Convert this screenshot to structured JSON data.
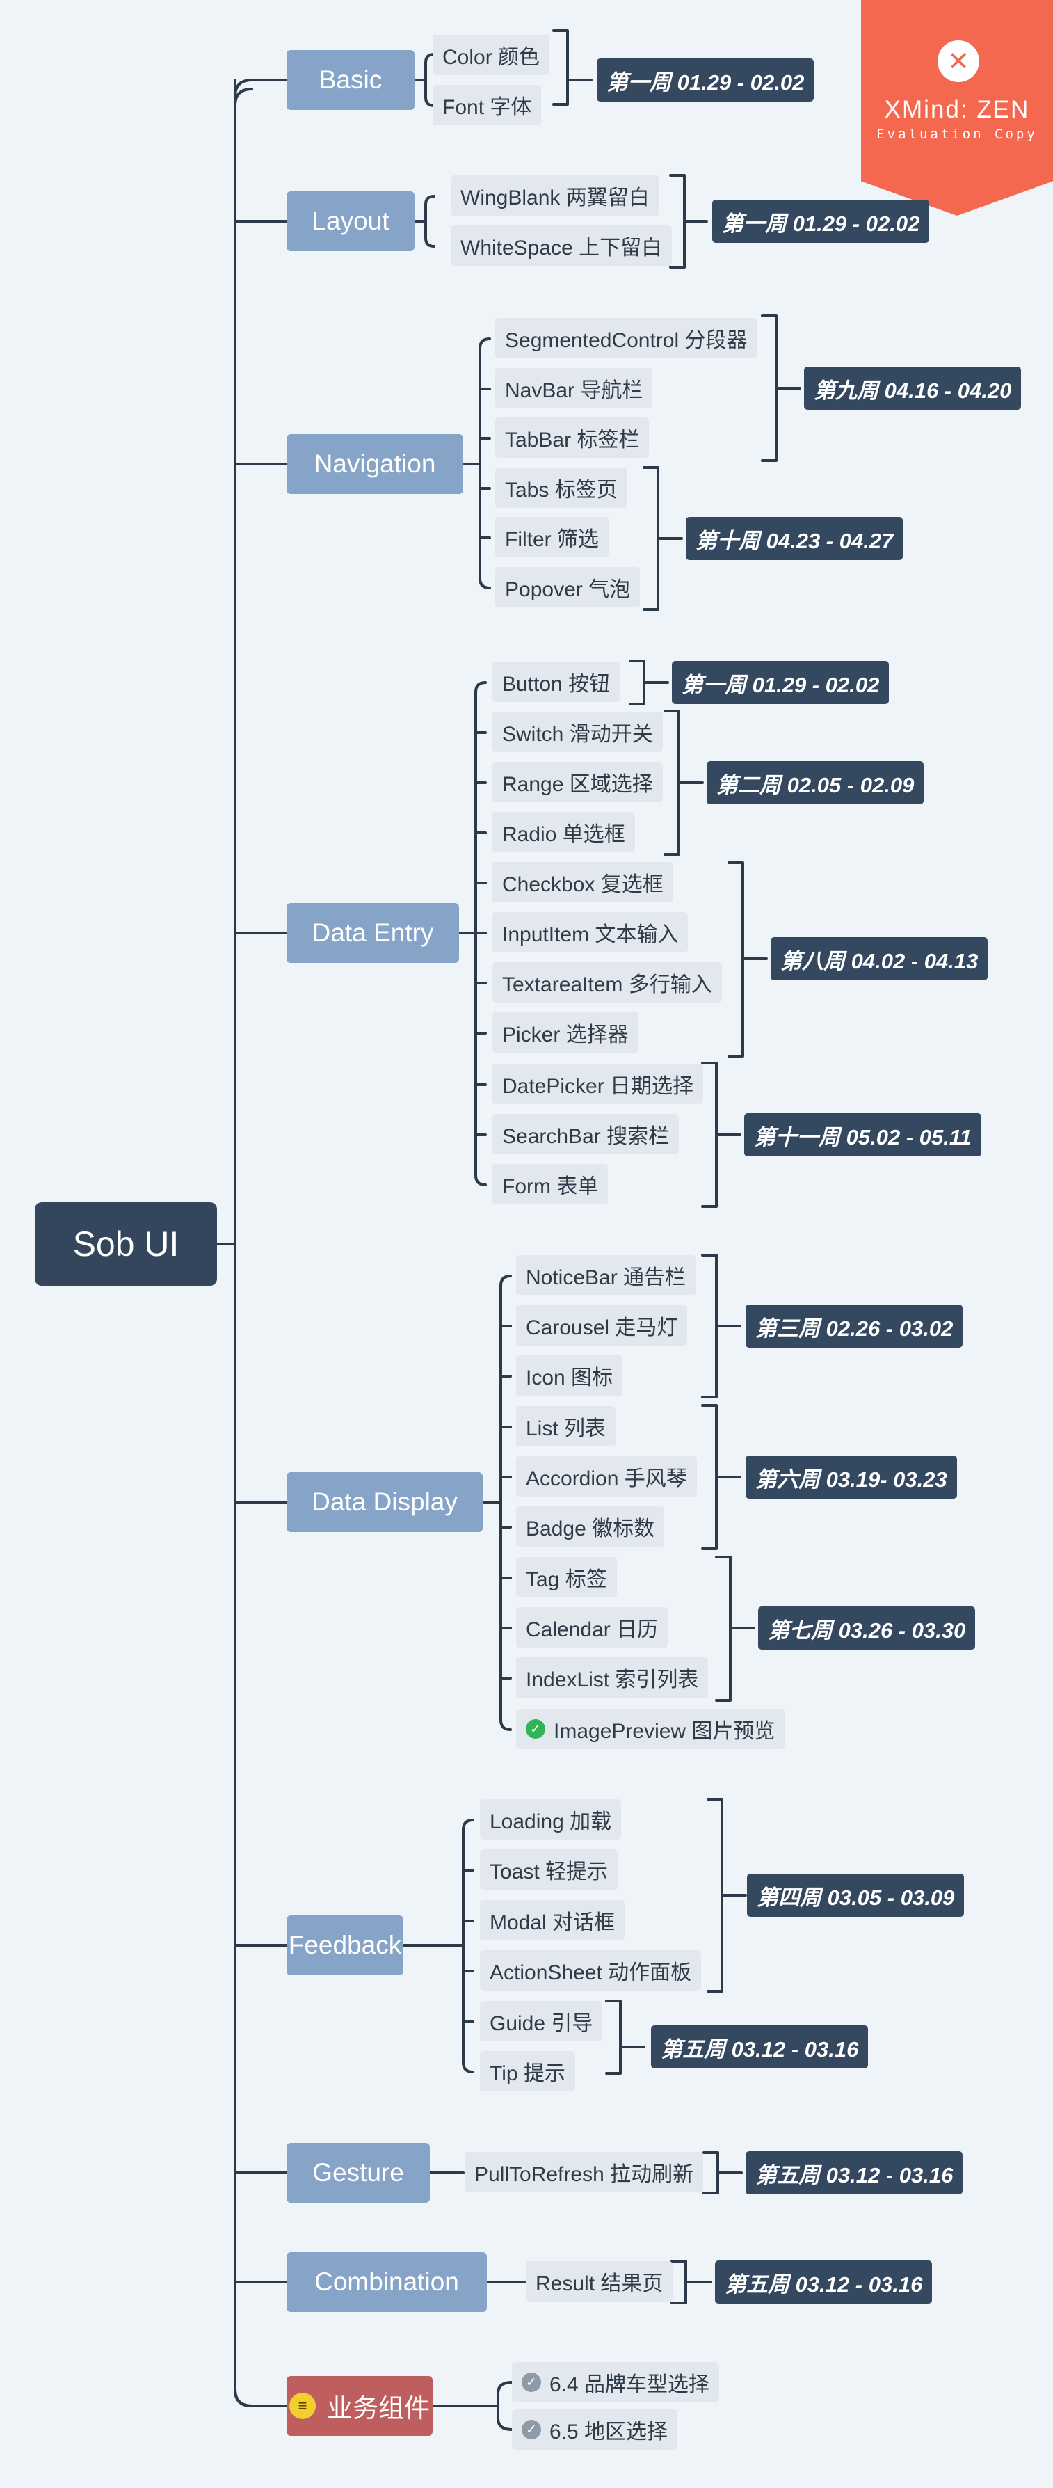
{
  "root": {
    "label": "Sob UI"
  },
  "watermark": {
    "brand": "XMind: ZEN",
    "subtitle": "Evaluation Copy"
  },
  "basic": {
    "label": "Basic",
    "items": [
      "Color 颜色",
      "Font 字体"
    ],
    "tags": [
      "第一周 01.29 - 02.02"
    ]
  },
  "layout": {
    "label": "Layout",
    "items": [
      "WingBlank 两翼留白",
      "WhiteSpace 上下留白"
    ],
    "tags": [
      "第一周 01.29 - 02.02"
    ]
  },
  "navigation": {
    "label": "Navigation",
    "items": [
      "SegmentedControl 分段器",
      "NavBar 导航栏",
      "TabBar 标签栏",
      "Tabs 标签页",
      "Filter 筛选",
      "Popover 气泡"
    ],
    "tags": [
      "第九周 04.16 - 04.20",
      "第十周 04.23 - 04.27"
    ]
  },
  "data_entry": {
    "label": "Data Entry",
    "items": [
      "Button 按钮",
      "Switch 滑动开关",
      "Range 区域选择",
      "Radio 单选框",
      "Checkbox 复选框",
      "InputItem 文本输入",
      "TextareaItem 多行输入",
      "Picker 选择器",
      "DatePicker 日期选择",
      "SearchBar 搜索栏",
      "Form 表单"
    ],
    "tags": [
      "第一周 01.29 - 02.02",
      "第二周 02.05 - 02.09",
      "第八周 04.02 - 04.13",
      "第十一周 05.02 - 05.11"
    ]
  },
  "data_display": {
    "label": "Data Display",
    "items": [
      "NoticeBar 通告栏",
      "Carousel 走马灯",
      "Icon 图标",
      "List 列表",
      "Accordion 手风琴",
      "Badge 徽标数",
      "Tag 标签",
      "Calendar 日历",
      "IndexList 索引列表",
      "ImagePreview 图片预览"
    ],
    "tags": [
      "第三周 02.26 - 03.02",
      "第六周 03.19- 03.23",
      "第七周 03.26 - 03.30"
    ]
  },
  "feedback": {
    "label": "Feedback",
    "items": [
      "Loading 加载",
      "Toast 轻提示",
      "Modal 对话框",
      "ActionSheet 动作面板",
      "Guide 引导",
      "Tip 提示"
    ],
    "tags": [
      "第四周 03.05 - 03.09",
      "第五周 03.12 - 03.16"
    ]
  },
  "gesture": {
    "label": "Gesture",
    "items": [
      "PullToRefresh 拉动刷新"
    ],
    "tags": [
      "第五周 03.12 - 03.16"
    ]
  },
  "combination": {
    "label": "Combination",
    "items": [
      "Result 结果页"
    ],
    "tags": [
      "第五周 03.12 - 03.16"
    ]
  },
  "business": {
    "label": "业务组件",
    "items": [
      "6.4 品牌车型选择",
      "6.5 地区选择"
    ]
  }
}
